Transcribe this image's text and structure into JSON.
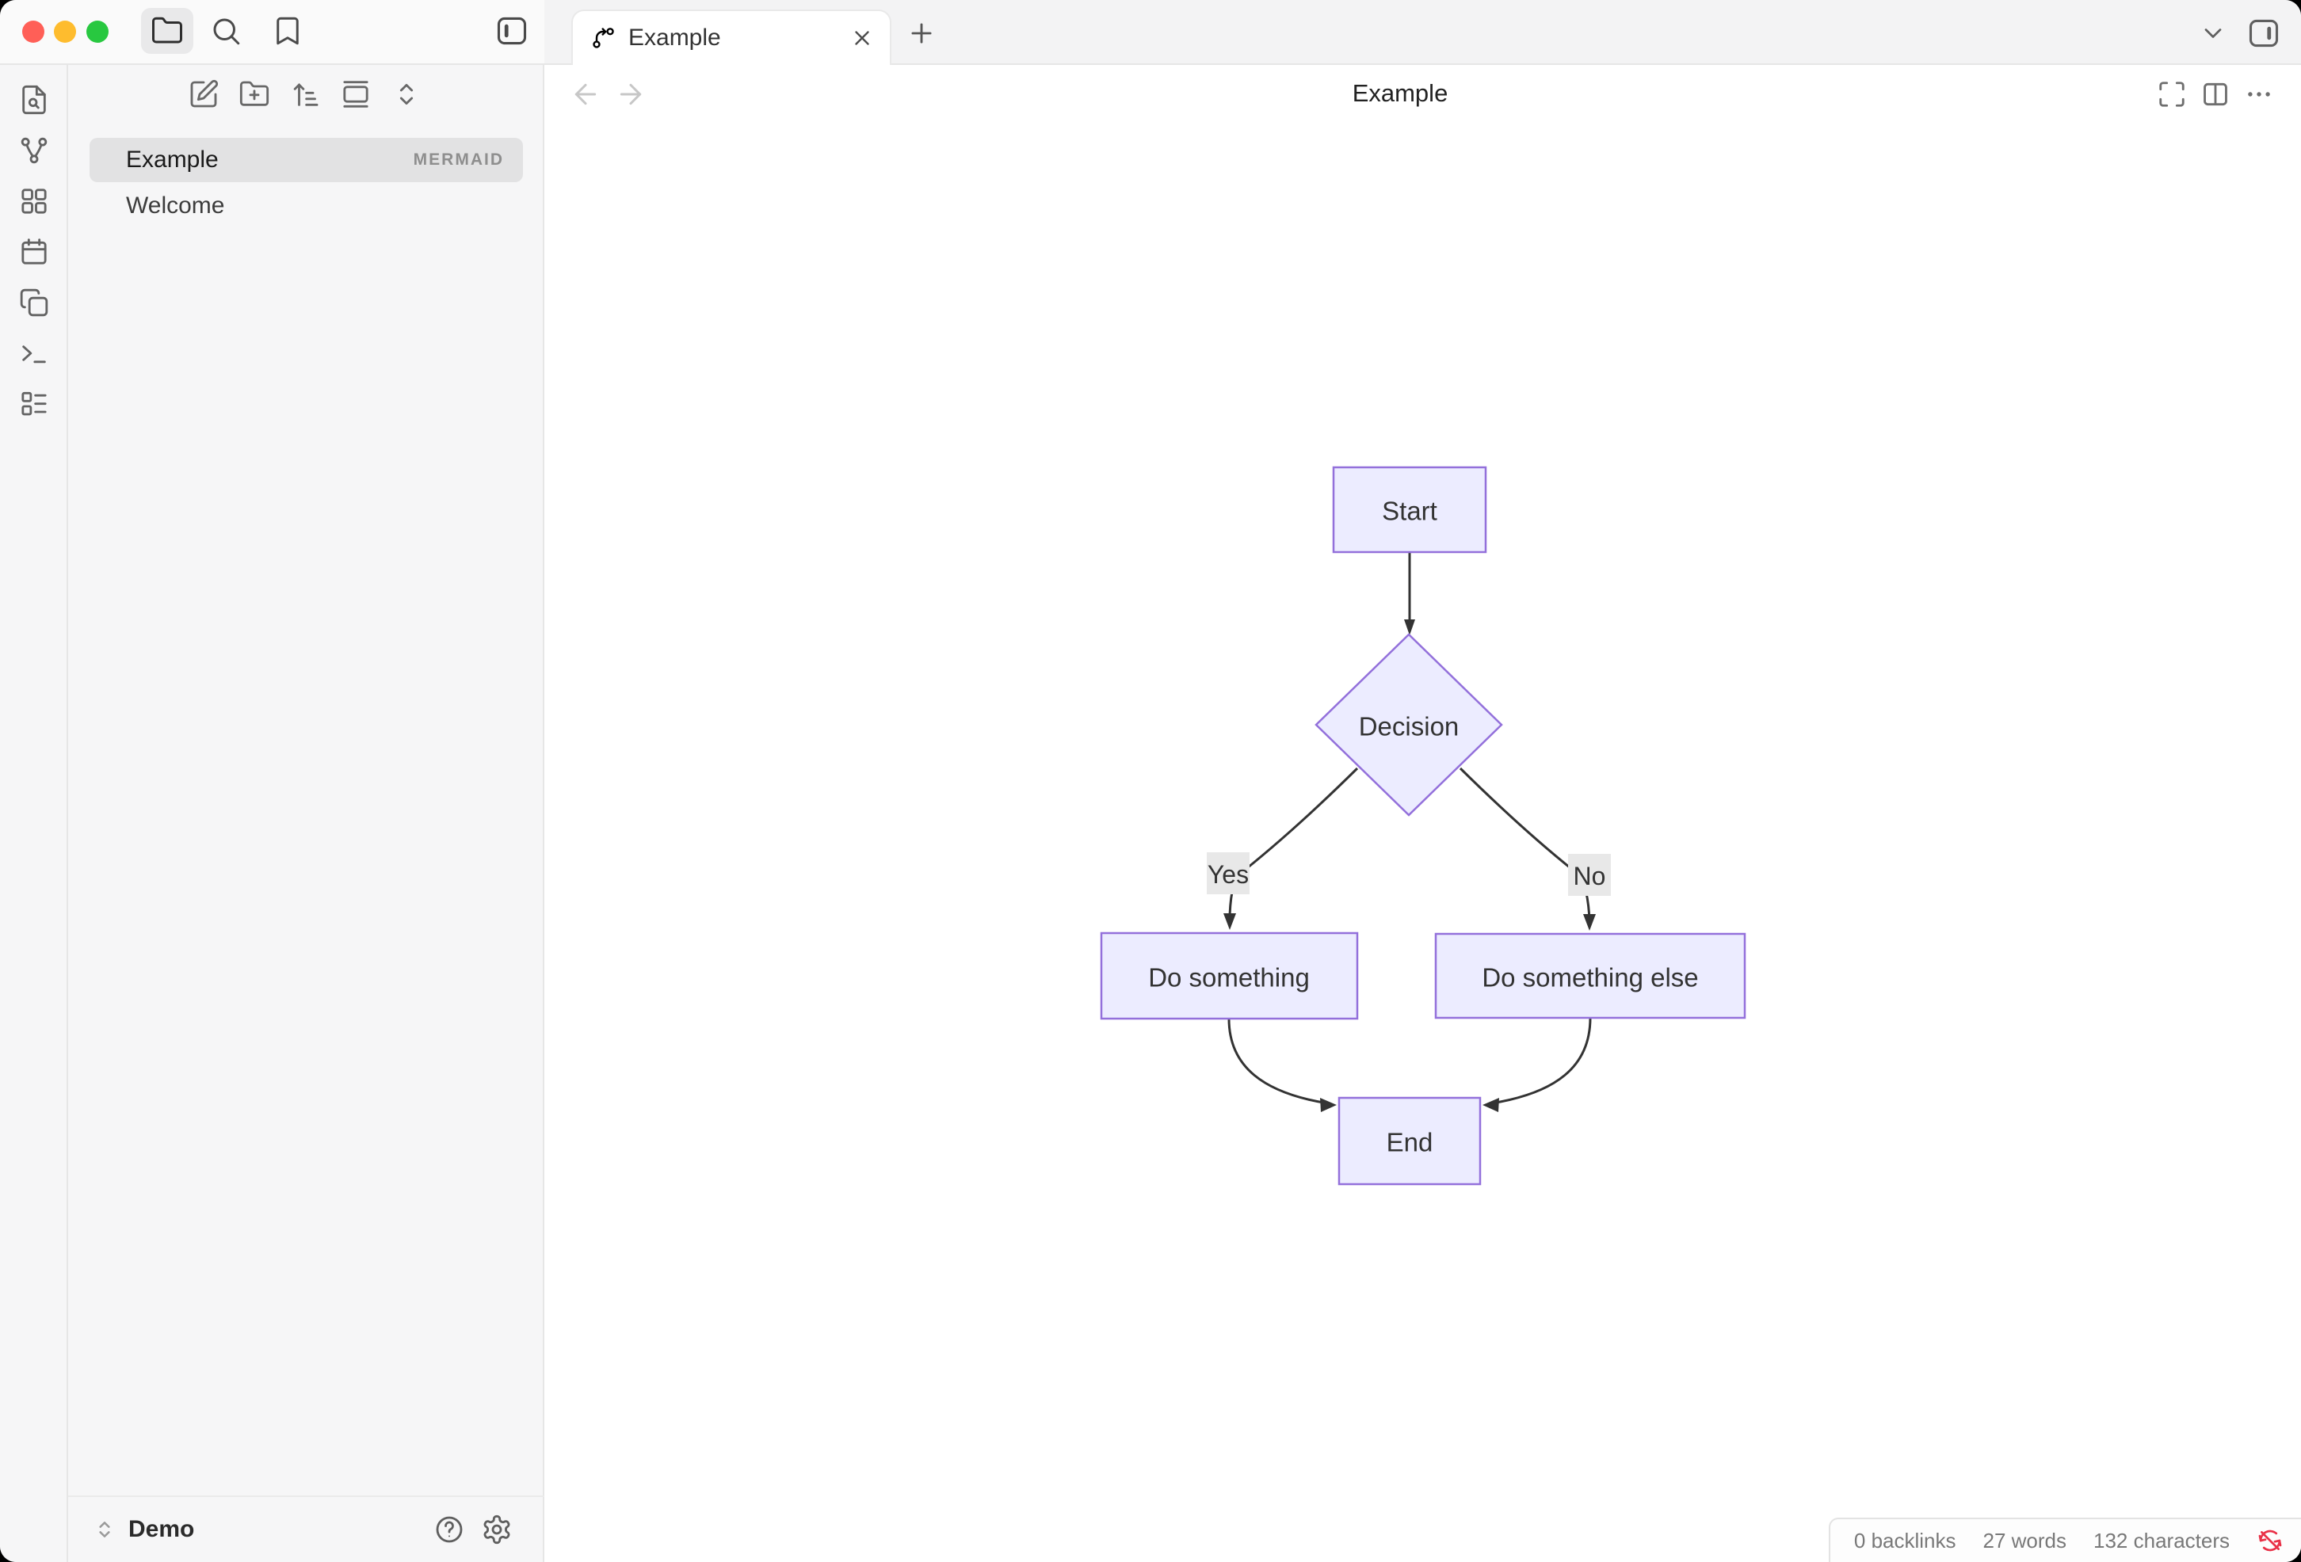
{
  "window": {
    "app": "Obsidian",
    "titlebar": {
      "traffic_lights": [
        "close",
        "minimize",
        "zoom"
      ],
      "buttons": [
        "folder",
        "search",
        "bookmark",
        "toggle-left-sidebar"
      ]
    },
    "tab": {
      "icon": "mermaid-diagram",
      "label": "Example",
      "close": "x"
    },
    "tab_bar_buttons": [
      "new-tab",
      "tab-list-chevron",
      "toggle-right-sidebar"
    ]
  },
  "sidebar": {
    "ribbon_icons": [
      "file-search",
      "graph",
      "layout-grid",
      "calendar",
      "copy",
      "terminal",
      "list-details"
    ],
    "pane_header_icons": [
      "new-note",
      "new-folder",
      "sort-order",
      "gallery-vertical",
      "collapse-all"
    ],
    "files": [
      {
        "name": "Example",
        "badge": "MERMAID",
        "selected": true
      },
      {
        "name": "Welcome",
        "badge": "",
        "selected": false
      }
    ],
    "vault": {
      "name": "Demo",
      "icons": [
        "vault-switcher-chevrons",
        "help",
        "settings"
      ]
    }
  },
  "main": {
    "header": {
      "title": "Example",
      "left_icons": [
        "back",
        "forward"
      ],
      "right_icons": [
        "fullscreen",
        "split-vertical",
        "more-options"
      ]
    },
    "flowchart": {
      "type": "mermaid-flowchart",
      "node_fill": "#ECECFF",
      "node_border": "#9370DB",
      "edge_color": "#333333",
      "edge_label_bg": "#e8e8e8",
      "nodes": {
        "start": "Start",
        "decision": "Decision",
        "yes_branch": "Do something",
        "no_branch": "Do something else",
        "end": "End"
      },
      "edge_labels": {
        "yes": "Yes",
        "no": "No"
      },
      "edges": [
        "Start -> Decision",
        "Decision -Yes-> Do something",
        "Decision -No-> Do something else",
        "Do something -> End",
        "Do something else -> End"
      ]
    }
  },
  "status_bar": {
    "backlinks": "0 backlinks",
    "words": "27 words",
    "characters": "132 characters",
    "icon": "sync-disabled"
  },
  "colors": {
    "accent_purple": "#9370DB",
    "node_lavender": "#ECECFF",
    "status_red": "#e93147",
    "sidebar_bg": "#f6f6f7"
  }
}
